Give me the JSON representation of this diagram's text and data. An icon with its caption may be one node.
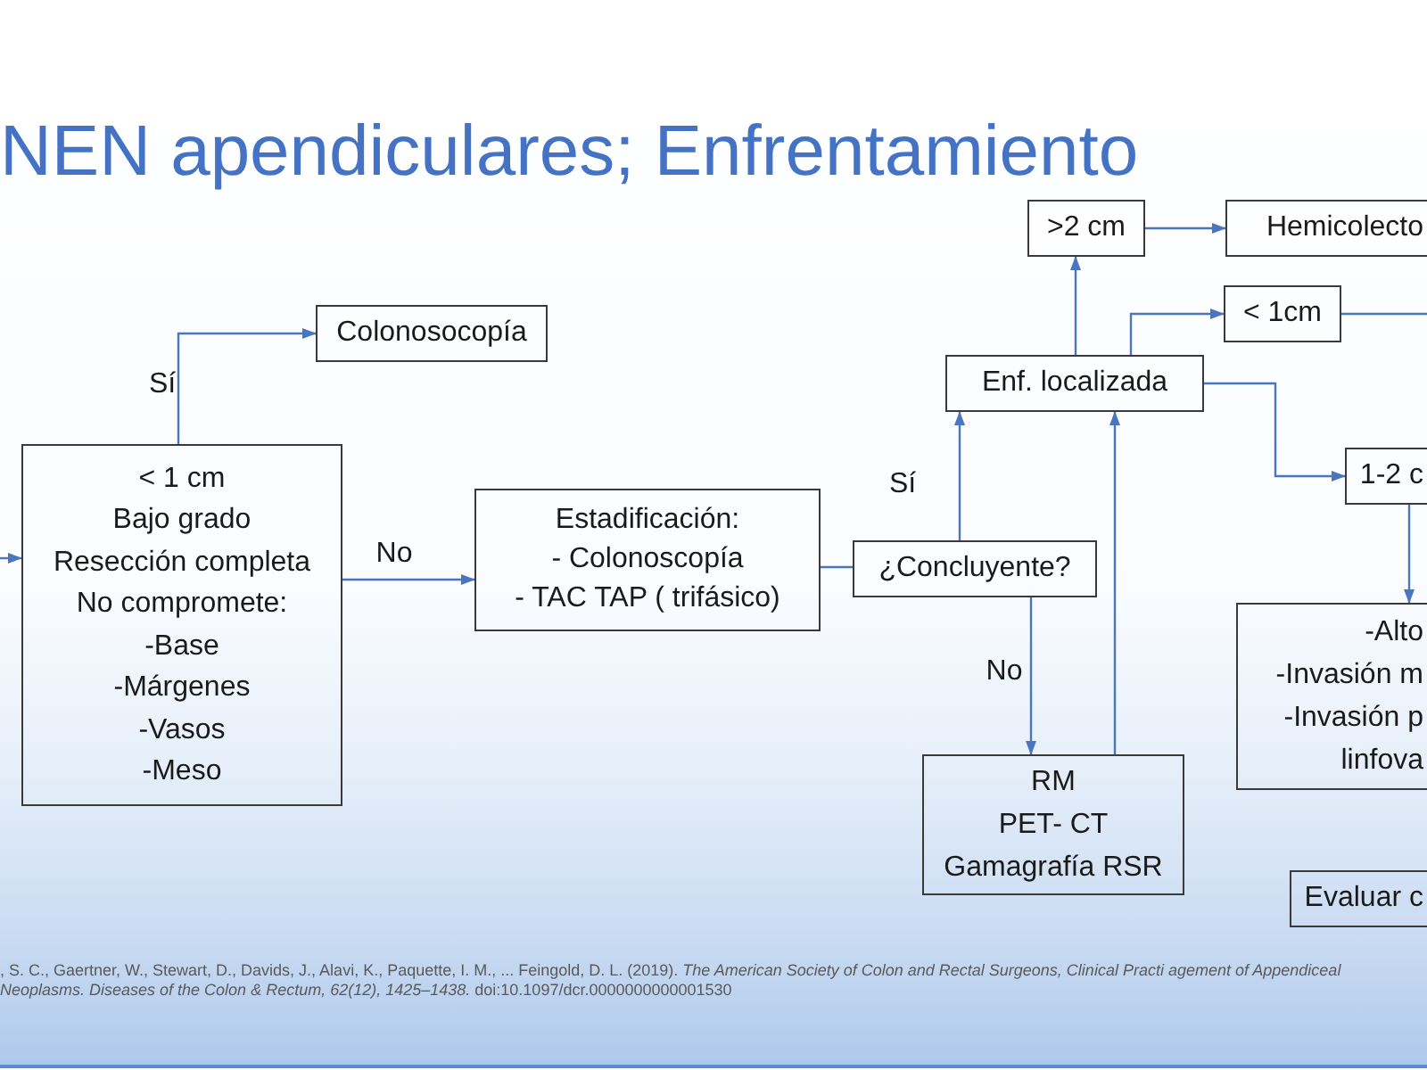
{
  "diagram": {
    "title": "NEN apendiculares; Enfrentamiento",
    "nodes": [
      {
        "text": [
          "< 1 cm",
          "Bajo grado",
          "Resección completa",
          "No compromete:",
          "-Base",
          "-Márgenes",
          "-Vasos",
          "-Meso"
        ]
      },
      {
        "text": [
          "Colonosocopía"
        ]
      },
      {
        "text": [
          "Estadificación:",
          "- Colonoscopía",
          "- TAC TAP ( trifásico)"
        ]
      },
      {
        "text": [
          "¿Concluyente?"
        ]
      },
      {
        "text": [
          "RM",
          "PET- CT",
          "Gamagrafía RSR"
        ]
      },
      {
        "text": [
          "Enf. localizada"
        ]
      },
      {
        "text": [
          ">2 cm"
        ]
      },
      {
        "text": [
          "Hemicolecto"
        ]
      },
      {
        "text": [
          "< 1cm"
        ]
      },
      {
        "text": [
          "1-2 c"
        ]
      },
      {
        "text": [
          "-Alto",
          "-Invasión m",
          "-Invasión p",
          "linfova"
        ]
      },
      {
        "text": [
          "Evaluar c"
        ]
      }
    ],
    "edges": [
      {
        "from": null,
        "to": 0,
        "arrow": "to"
      },
      {
        "from": 0,
        "to": 1,
        "arrow": "to",
        "label": "Sí"
      },
      {
        "from": 0,
        "to": 2,
        "arrow": "to",
        "label": "No"
      },
      {
        "from": 2,
        "to": 3,
        "arrow": "none"
      },
      {
        "from": 3,
        "to": 5,
        "arrow": "to",
        "label": "Sí"
      },
      {
        "from": 3,
        "to": 4,
        "arrow": "to",
        "label": "No"
      },
      {
        "from": 4,
        "to": 5,
        "arrow": "to"
      },
      {
        "from": 5,
        "to": 6,
        "arrow": "to"
      },
      {
        "from": 6,
        "to": 7,
        "arrow": "to"
      },
      {
        "from": 5,
        "to": 8,
        "arrow": "to"
      },
      {
        "from": 5,
        "to": 9,
        "arrow": "to"
      },
      {
        "from": 9,
        "to": 10,
        "arrow": "to"
      },
      {
        "from": 8,
        "to": null,
        "arrow": "none"
      }
    ],
    "labels": [
      ", S. C., Gaertner, W., Stewart, D., Davids, J., Alavi, K., Paquette, I. M., ... Feingold, D. L. (2019). *The American Society of Colon and Rectal Surgeons, Clinical Practi agement of Appendiceal Neoplasms. Diseases of the Colon & Rectum, 62(12), 1425–1438.* doi:10.1097/dcr.0000000000001530"
    ]
  }
}
